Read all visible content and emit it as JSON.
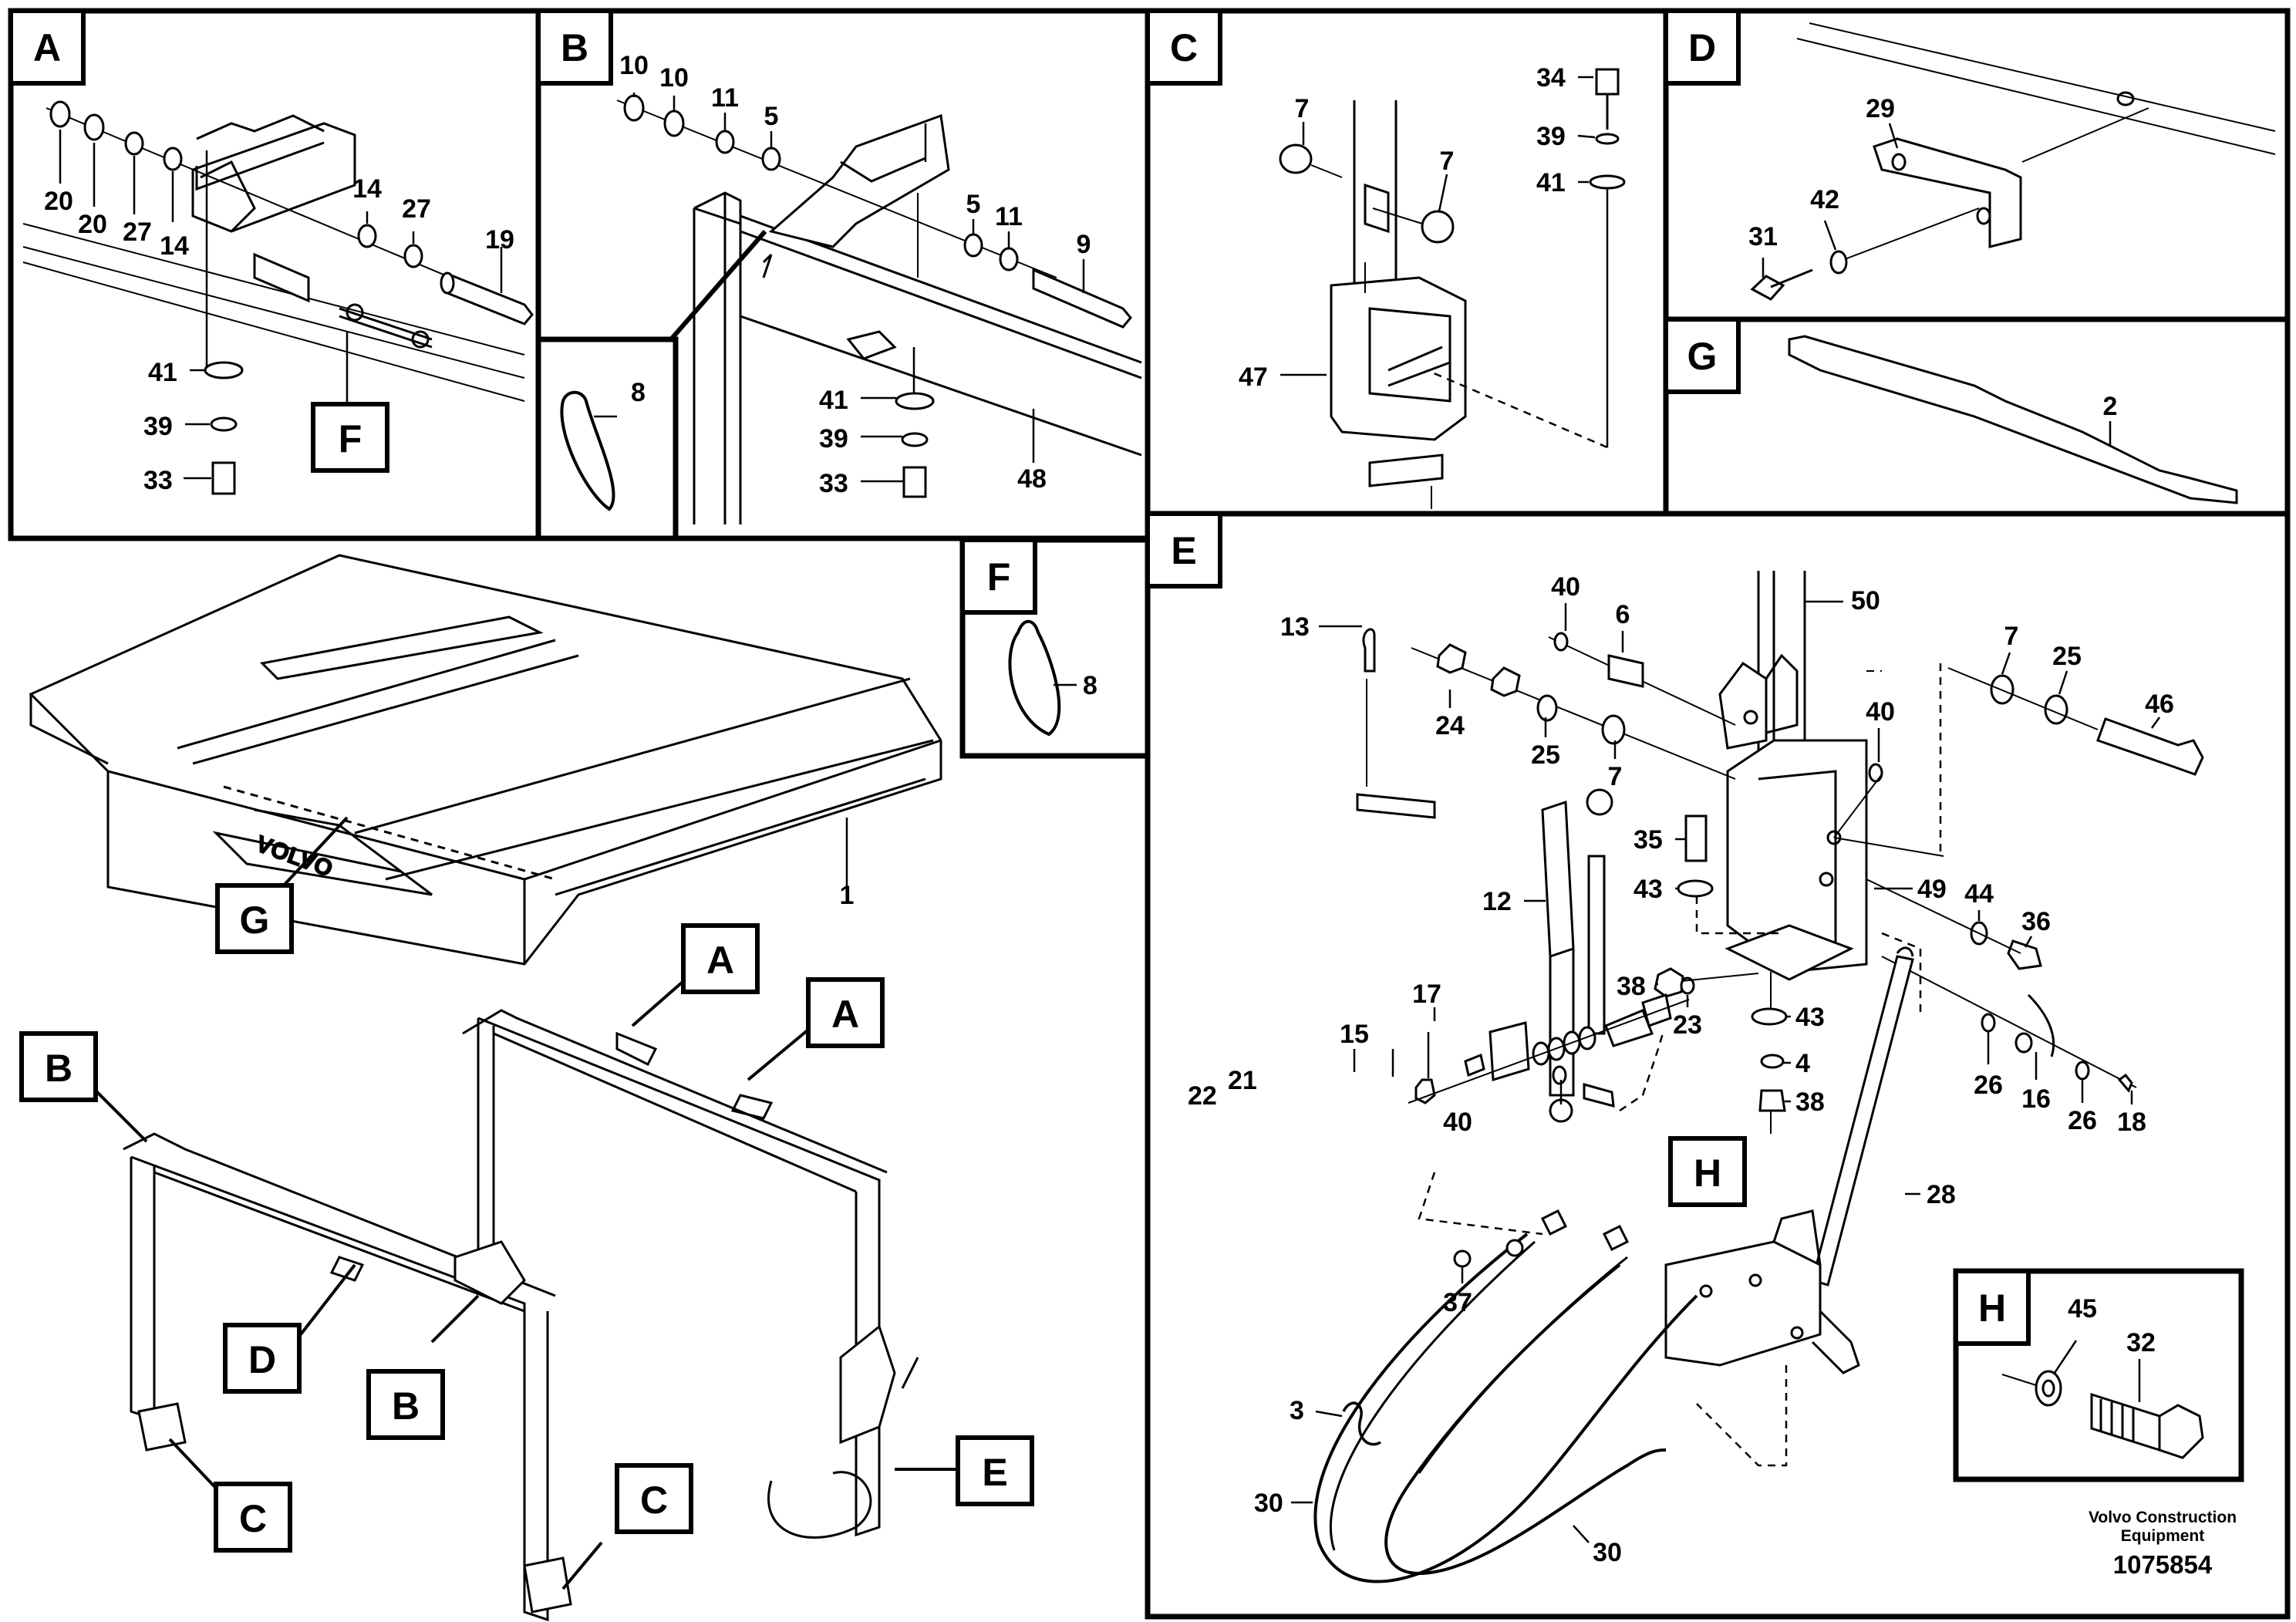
{
  "panels": [
    {
      "id": "A",
      "letter": "A"
    },
    {
      "id": "B",
      "letter": "B"
    },
    {
      "id": "C",
      "letter": "C"
    },
    {
      "id": "D",
      "letter": "D"
    },
    {
      "id": "G",
      "letter": "G"
    },
    {
      "id": "F",
      "letter": "F"
    },
    {
      "id": "E",
      "letter": "E"
    },
    {
      "id": "H",
      "letter": "H"
    }
  ],
  "callouts": {
    "F_in_A": "F",
    "G_main": "G",
    "A1": "A",
    "A2": "A",
    "B1": "B",
    "B2": "B",
    "C1": "C",
    "C2": "C",
    "D1": "D",
    "E1": "E",
    "H_in_E": "H"
  },
  "parts": {
    "A": {
      "p20a": "20",
      "p20b": "20",
      "p27a": "27",
      "p14a": "14",
      "p14b": "14",
      "p27b": "27",
      "p19": "19",
      "p41": "41",
      "p39": "39",
      "p33": "33"
    },
    "B": {
      "p10a": "10",
      "p10b": "10",
      "p11a": "11",
      "p5a": "5",
      "p5b": "5",
      "p11b": "11",
      "p9": "9",
      "p8": "8",
      "p41": "41",
      "p39": "39",
      "p33": "33",
      "p48": "48"
    },
    "C": {
      "p34": "34",
      "p39": "39",
      "p41": "41",
      "p7a": "7",
      "p7b": "7",
      "p47": "47"
    },
    "D": {
      "p29": "29",
      "p42": "42",
      "p31": "31"
    },
    "G": {
      "p2": "2"
    },
    "F": {
      "p8": "8"
    },
    "main": {
      "p1": "1"
    },
    "E": {
      "p13": "13",
      "p40a": "40",
      "p6": "6",
      "p50": "50",
      "p24": "24",
      "p25a": "25",
      "p7a": "7",
      "p7b": "7",
      "p25b": "25",
      "p46": "46",
      "p40b": "40",
      "p35": "35",
      "p43a": "43",
      "p12": "12",
      "p49": "49",
      "p44": "44",
      "p36": "36",
      "p38a": "38",
      "p23": "23",
      "p43b": "43",
      "p4": "4",
      "p38b": "38",
      "p17": "17",
      "p15": "15",
      "p22": "22",
      "p21": "21",
      "p40c": "40",
      "p26a": "26",
      "p16": "16",
      "p26b": "26",
      "p18": "18",
      "p28": "28",
      "p37": "37",
      "p3": "3",
      "p30a": "30",
      "p30b": "30"
    },
    "H": {
      "p45": "45",
      "p32": "32"
    }
  },
  "credit": {
    "line1": "Volvo Construction",
    "line2": "Equipment",
    "doc_number": "1075854"
  }
}
